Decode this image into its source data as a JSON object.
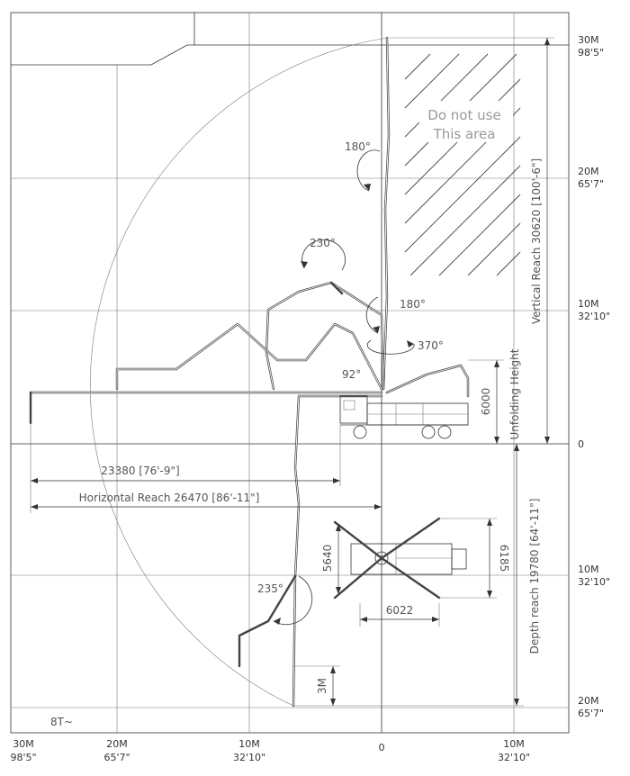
{
  "scale": {
    "right": [
      {
        "metric": "30M",
        "imperial": "98'5\""
      },
      {
        "metric": "20M",
        "imperial": "65'7\""
      },
      {
        "metric": "10M",
        "imperial": "32'10\""
      },
      {
        "metric": "0",
        "imperial": ""
      },
      {
        "metric": "10M",
        "imperial": "32'10\""
      },
      {
        "metric": "20M",
        "imperial": "65'7\""
      }
    ],
    "bottom": [
      {
        "metric": "30M",
        "imperial": "98'5\""
      },
      {
        "metric": "20M",
        "imperial": "65'7\""
      },
      {
        "metric": "10M",
        "imperial": "32'10\""
      },
      {
        "metric": "0",
        "imperial": ""
      },
      {
        "metric": "10M",
        "imperial": "32'10\""
      }
    ]
  },
  "no_use_zone": {
    "line1": "Do not use",
    "line2": "This area"
  },
  "angles": {
    "a180_top": "180°",
    "a230": "230°",
    "a180_mid": "180°",
    "a370": "370°",
    "a92": "92°",
    "a235": "235°"
  },
  "dimensions": {
    "horizontal_23380": "23380 [76'-9\"]",
    "horizontal_reach": "Horizontal Reach 26470 [86'-11\"]",
    "vertical_reach": "Vertical Reach 30620 [100'-6\"]",
    "unfolding_height": "Unfolding Height",
    "height_6000": "6000",
    "depth_reach": "Depth reach 19780 [64'-11\"]",
    "d5640": "5640",
    "d6185": "6185",
    "d6022": "6022",
    "d3m": "3M"
  },
  "corner_label": "8T~"
}
